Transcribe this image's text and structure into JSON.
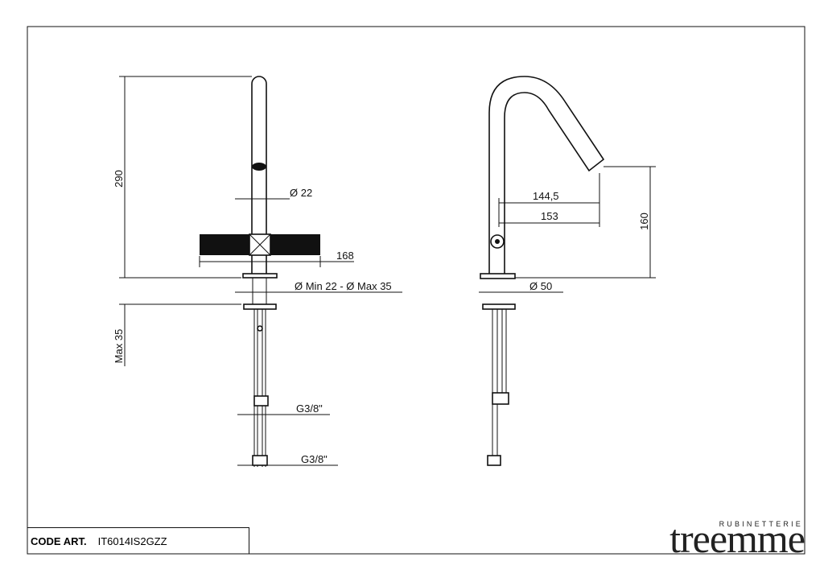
{
  "title_block": {
    "code_label": "CODE ART.",
    "code_value": "IT6014IS2GZZ"
  },
  "logo": {
    "subtitle": "RUBINETTERIE",
    "name": "treemme"
  },
  "front_view": {
    "height": "290",
    "spout_diameter": "Ø  22",
    "handle_width": "168",
    "hole_diameter": "Ø Min 22 - Ø Max 35",
    "deck_thickness": "Max 35",
    "connection_1": "G3/8\"",
    "connection_2": "G3/8\""
  },
  "side_view": {
    "reach_1": "144,5",
    "reach_2": "153",
    "spout_height": "160",
    "base_diameter": "Ø  50"
  }
}
